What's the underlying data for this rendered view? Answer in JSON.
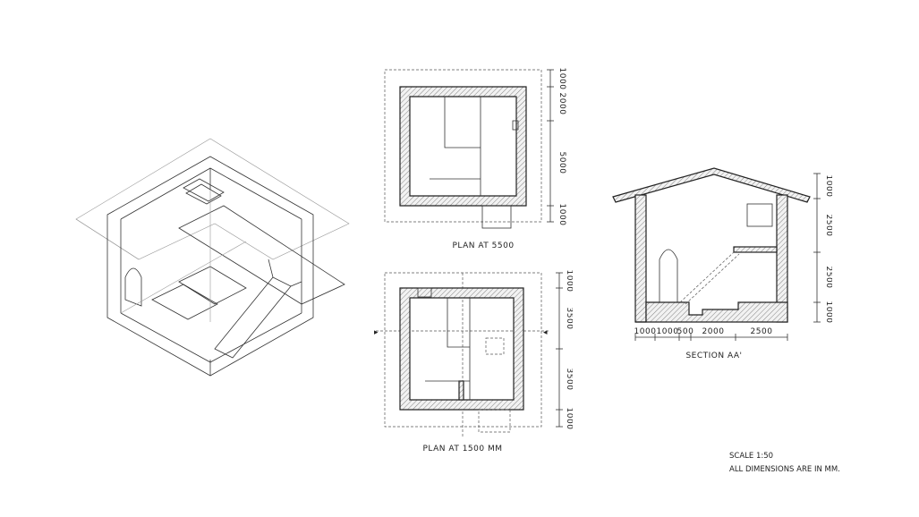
{
  "drawing": {
    "plan_upper": {
      "title": "PLAN AT 5500",
      "dims": [
        "1000",
        "2000",
        "5000",
        "1000"
      ]
    },
    "plan_lower": {
      "title": "PLAN AT 1500 MM",
      "dims": [
        "1000",
        "3500",
        "3500",
        "1000"
      ]
    },
    "section": {
      "title": "SECTION AA'",
      "vertical_dims": [
        "1000",
        "2500",
        "2500",
        "1000"
      ],
      "horizontal_dims": [
        "1000",
        "1000",
        "500",
        "2000",
        "2500"
      ]
    },
    "notes": {
      "scale": "SCALE 1:50",
      "dimensions_note": "ALL DIMENSIONS ARE IN MM."
    },
    "colors": {
      "ink": "#222222",
      "paper": "#ffffff"
    }
  }
}
